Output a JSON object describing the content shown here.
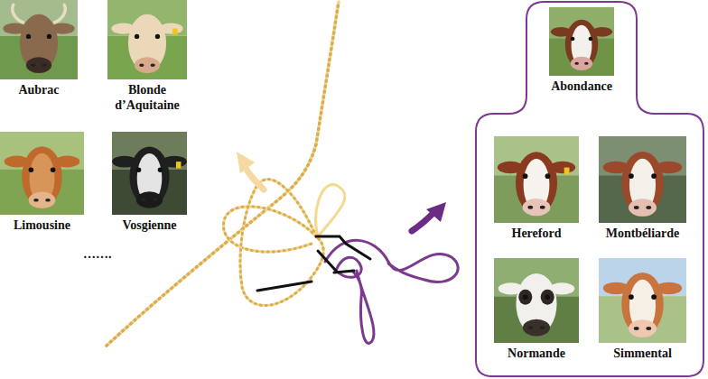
{
  "diagram": {
    "nodes": [
      {
        "text": [
          "Aubrac"
        ]
      },
      {
        "text": [
          "Blonde d’Aquitaine"
        ]
      },
      {
        "text": [
          "Limousine"
        ]
      },
      {
        "text": [
          "Vosgienne"
        ]
      },
      {},
      {
        "text": [
          "Abondance"
        ],
        "in": 4
      },
      {
        "text": [
          "Hereford"
        ],
        "in": 4
      },
      {
        "text": [
          "Montbéliarde"
        ],
        "in": 4
      },
      {
        "text": [
          "Normande"
        ],
        "in": 4
      },
      {
        "text": [
          "Simmental"
        ],
        "in": 4
      }
    ],
    "labels": [
      "……."
    ]
  }
}
